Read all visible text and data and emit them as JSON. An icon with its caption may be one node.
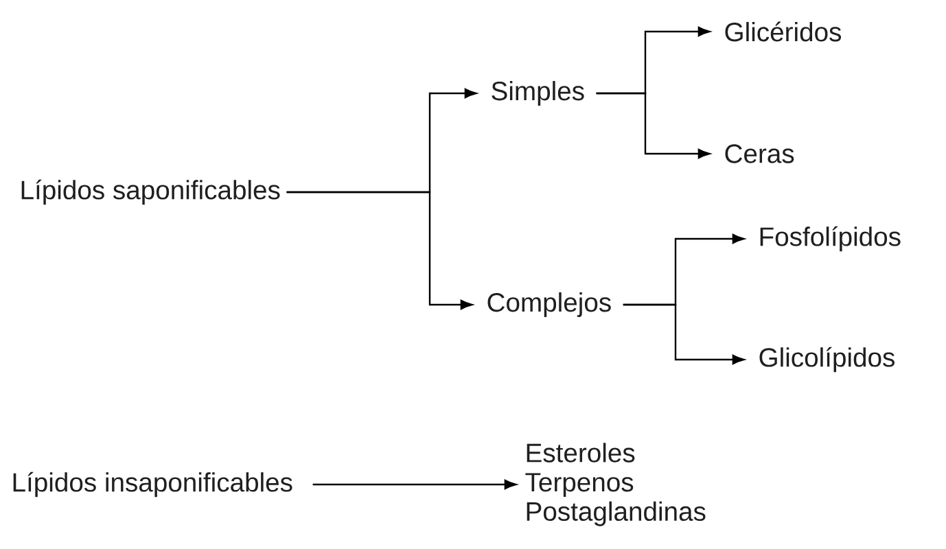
{
  "diagram": {
    "nodes": [
      {
        "text": [
          "Lípidos saponificables"
        ]
      },
      {
        "text": [
          "Simples"
        ]
      },
      {
        "text": [
          "Complejos"
        ]
      },
      {
        "text": [
          "Glicéridos"
        ]
      },
      {
        "text": [
          "Ceras"
        ]
      },
      {
        "text": [
          "Fosfolípidos"
        ]
      },
      {
        "text": [
          "Glicolípidos"
        ]
      },
      {
        "text": [
          "Lípidos insaponificables"
        ]
      },
      {
        "text": [
          "Esteroles",
          "Terpenos",
          "Postaglandinas"
        ]
      }
    ],
    "edges": [
      {
        "from": 0,
        "to": 1,
        "arrow": "to"
      },
      {
        "from": 0,
        "to": 2,
        "arrow": "to"
      },
      {
        "from": 1,
        "to": 3,
        "arrow": "to"
      },
      {
        "from": 1,
        "to": 4,
        "arrow": "to"
      },
      {
        "from": 2,
        "to": 5,
        "arrow": "to"
      },
      {
        "from": 2,
        "to": 6,
        "arrow": "to"
      },
      {
        "from": 7,
        "to": 8,
        "arrow": "to"
      }
    ]
  }
}
